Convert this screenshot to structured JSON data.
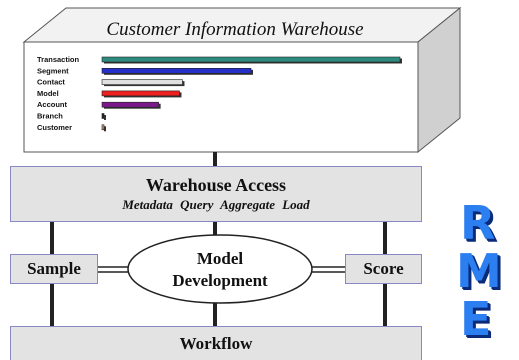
{
  "warehouse": {
    "title": "Customer Information Warehouse",
    "bars": [
      {
        "label": "Transaction",
        "value": 100,
        "color": "#2e8b7f"
      },
      {
        "label": "Segment",
        "value": 50,
        "color": "#2430c8"
      },
      {
        "label": "Contact",
        "value": 27,
        "color": "#e0e0e0"
      },
      {
        "label": "Model",
        "value": 26,
        "color": "#ee2020"
      },
      {
        "label": "Account",
        "value": 19,
        "color": "#7a1a8a"
      },
      {
        "label": "Branch",
        "value": 0.6,
        "color": "#222222"
      },
      {
        "label": "Customer",
        "value": 0.6,
        "color": "#c8a070"
      }
    ]
  },
  "access": {
    "title": "Warehouse Access",
    "subtitle": "Metadata  Query  Aggregate  Load"
  },
  "sample": {
    "label": "Sample"
  },
  "model": {
    "line1": "Model",
    "line2": "Development"
  },
  "score": {
    "label": "Score"
  },
  "workflow": {
    "label": "Workflow"
  },
  "logo": {
    "letters": [
      "R",
      "M",
      "E"
    ]
  },
  "colors": {
    "box_fill": "#e3e3e3",
    "box_border": "#8888c8",
    "logo_blue": "#2c7ff0"
  }
}
